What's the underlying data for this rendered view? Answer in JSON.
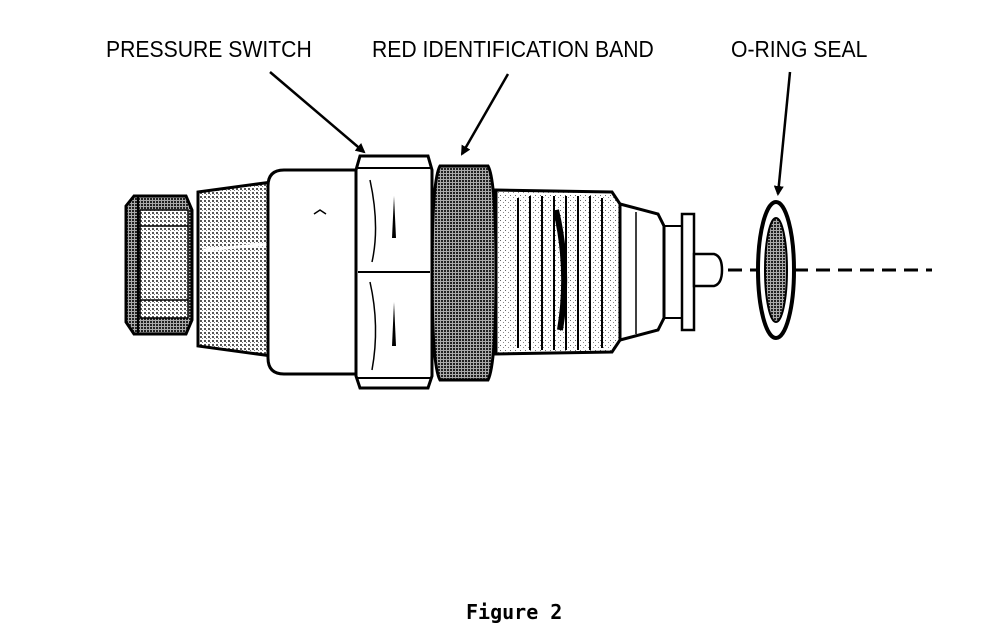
{
  "labels": {
    "pressure_switch": "PRESSURE SWITCH",
    "red_band": "RED IDENTIFICATION BAND",
    "o_ring": "O-RING SEAL"
  },
  "caption": "Figure 2"
}
